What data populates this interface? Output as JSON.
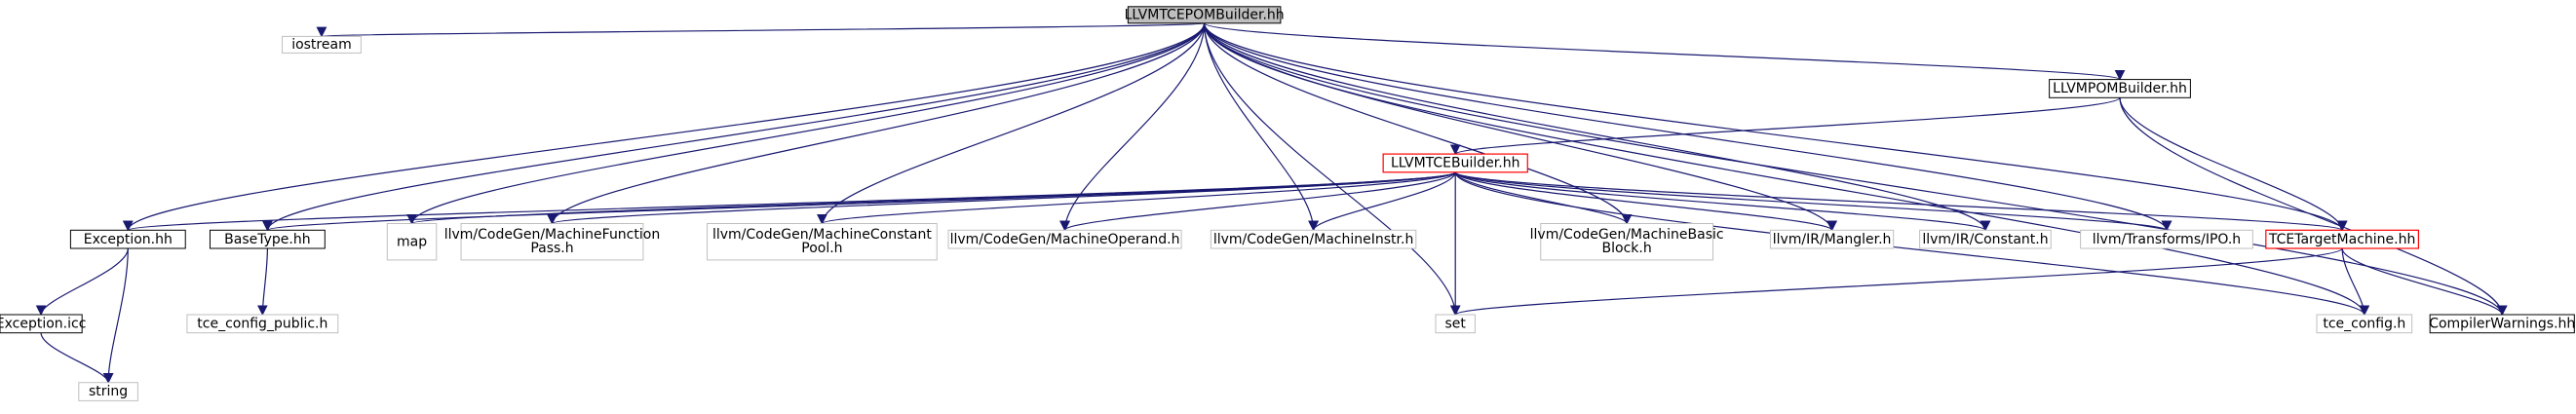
{
  "diagram": {
    "title": "",
    "colors": {
      "edge": "#191970",
      "root_fill": "#bfbfbf",
      "documented_border": "#000000",
      "system_border": "#bfbfbf",
      "highlight_border": "#ff0000",
      "node_fill": "#ffffff",
      "text": "#000000"
    },
    "nodes": [
      {
        "id": "root",
        "lines": [
          "LLVMTCEPOMBuilder.hh"
        ],
        "style": "root"
      },
      {
        "id": "iostream",
        "lines": [
          "iostream"
        ],
        "style": "system"
      },
      {
        "id": "llvmpom",
        "lines": [
          "LLVMPOMBuilder.hh"
        ],
        "style": "documented"
      },
      {
        "id": "llvmtce",
        "lines": [
          "LLVMTCEBuilder.hh"
        ],
        "style": "highlight"
      },
      {
        "id": "exceptionhh",
        "lines": [
          "Exception.hh"
        ],
        "style": "documented"
      },
      {
        "id": "basetype",
        "lines": [
          "BaseType.hh"
        ],
        "style": "documented"
      },
      {
        "id": "map",
        "lines": [
          "map"
        ],
        "style": "system"
      },
      {
        "id": "mfp",
        "lines": [
          "llvm/CodeGen/MachineFunction",
          "Pass.h"
        ],
        "style": "system"
      },
      {
        "id": "mcp",
        "lines": [
          "llvm/CodeGen/MachineConstant",
          "Pool.h"
        ],
        "style": "system"
      },
      {
        "id": "mop",
        "lines": [
          "llvm/CodeGen/MachineOperand.h"
        ],
        "style": "system"
      },
      {
        "id": "mi",
        "lines": [
          "llvm/CodeGen/MachineInstr.h"
        ],
        "style": "system"
      },
      {
        "id": "mbb",
        "lines": [
          "llvm/CodeGen/MachineBasic",
          "Block.h"
        ],
        "style": "system"
      },
      {
        "id": "mangler",
        "lines": [
          "llvm/IR/Mangler.h"
        ],
        "style": "system"
      },
      {
        "id": "constant",
        "lines": [
          "llvm/IR/Constant.h"
        ],
        "style": "system"
      },
      {
        "id": "ipo",
        "lines": [
          "llvm/Transforms/IPO.h"
        ],
        "style": "system"
      },
      {
        "id": "tcetm",
        "lines": [
          "TCETargetMachine.hh"
        ],
        "style": "highlight"
      },
      {
        "id": "exceptionicc",
        "lines": [
          "Exception.icc"
        ],
        "style": "documented"
      },
      {
        "id": "string",
        "lines": [
          "string"
        ],
        "style": "system"
      },
      {
        "id": "tceconfpub",
        "lines": [
          "tce_config_public.h"
        ],
        "style": "system"
      },
      {
        "id": "set",
        "lines": [
          "set"
        ],
        "style": "system"
      },
      {
        "id": "tceconfig",
        "lines": [
          "tce_config.h"
        ],
        "style": "system"
      },
      {
        "id": "compwarn",
        "lines": [
          "CompilerWarnings.hh"
        ],
        "style": "documented"
      }
    ],
    "edges": [
      {
        "from": "root",
        "to": "iostream"
      },
      {
        "from": "root",
        "to": "llvmpom"
      },
      {
        "from": "root",
        "to": "exceptionhh"
      },
      {
        "from": "root",
        "to": "basetype"
      },
      {
        "from": "root",
        "to": "map"
      },
      {
        "from": "root",
        "to": "mfp"
      },
      {
        "from": "root",
        "to": "mcp"
      },
      {
        "from": "root",
        "to": "mop"
      },
      {
        "from": "root",
        "to": "mi"
      },
      {
        "from": "root",
        "to": "mbb"
      },
      {
        "from": "root",
        "to": "mangler"
      },
      {
        "from": "root",
        "to": "constant"
      },
      {
        "from": "root",
        "to": "ipo"
      },
      {
        "from": "root",
        "to": "tcetm"
      },
      {
        "from": "root",
        "to": "set"
      },
      {
        "from": "root",
        "to": "tceconfig"
      },
      {
        "from": "root",
        "to": "compwarn"
      },
      {
        "from": "llvmpom",
        "to": "llvmtce"
      },
      {
        "from": "llvmpom",
        "to": "tcetm"
      },
      {
        "from": "llvmpom",
        "to": "compwarn"
      },
      {
        "from": "llvmtce",
        "to": "exceptionhh"
      },
      {
        "from": "llvmtce",
        "to": "basetype"
      },
      {
        "from": "llvmtce",
        "to": "map"
      },
      {
        "from": "llvmtce",
        "to": "mfp"
      },
      {
        "from": "llvmtce",
        "to": "mcp"
      },
      {
        "from": "llvmtce",
        "to": "mop"
      },
      {
        "from": "llvmtce",
        "to": "mi"
      },
      {
        "from": "llvmtce",
        "to": "mbb"
      },
      {
        "from": "llvmtce",
        "to": "mangler"
      },
      {
        "from": "llvmtce",
        "to": "constant"
      },
      {
        "from": "llvmtce",
        "to": "ipo"
      },
      {
        "from": "llvmtce",
        "to": "tcetm"
      },
      {
        "from": "llvmtce",
        "to": "set"
      },
      {
        "from": "llvmtce",
        "to": "tceconfig"
      },
      {
        "from": "exceptionhh",
        "to": "exceptionicc"
      },
      {
        "from": "exceptionhh",
        "to": "string"
      },
      {
        "from": "exceptionicc",
        "to": "string"
      },
      {
        "from": "basetype",
        "to": "tceconfpub"
      },
      {
        "from": "tcetm",
        "to": "set"
      },
      {
        "from": "tcetm",
        "to": "tceconfig"
      },
      {
        "from": "tcetm",
        "to": "compwarn"
      }
    ]
  }
}
